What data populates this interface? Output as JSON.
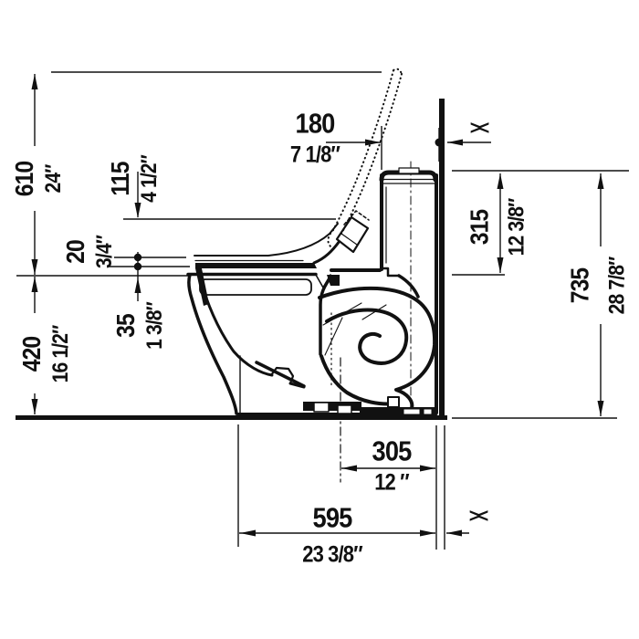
{
  "title": "Toilet side elevation technical drawing",
  "colors": {
    "ink": "#111111",
    "background": "#ffffff"
  },
  "dims": {
    "d610": {
      "mm": "610",
      "inch": "24″"
    },
    "d420": {
      "mm": "420",
      "inch": "16 1/2″"
    },
    "d115": {
      "mm": "115",
      "inch": "4 1/2″"
    },
    "d20": {
      "mm": "20",
      "inch": "3/4″"
    },
    "d35": {
      "mm": "35",
      "inch": "1 3/8″"
    },
    "d180": {
      "mm": "180",
      "inch": "7 1/8″"
    },
    "d315": {
      "mm": "315",
      "inch": "12 3/8″"
    },
    "d735": {
      "mm": "735",
      "inch": "28 7/8″"
    },
    "d305": {
      "mm": "305",
      "inch": "12 ″"
    },
    "d595": {
      "mm": "595",
      "inch": "23 3/8″"
    }
  },
  "symbols": {
    "finished_wall_top": "><",
    "finished_wall_bottom": "><"
  }
}
